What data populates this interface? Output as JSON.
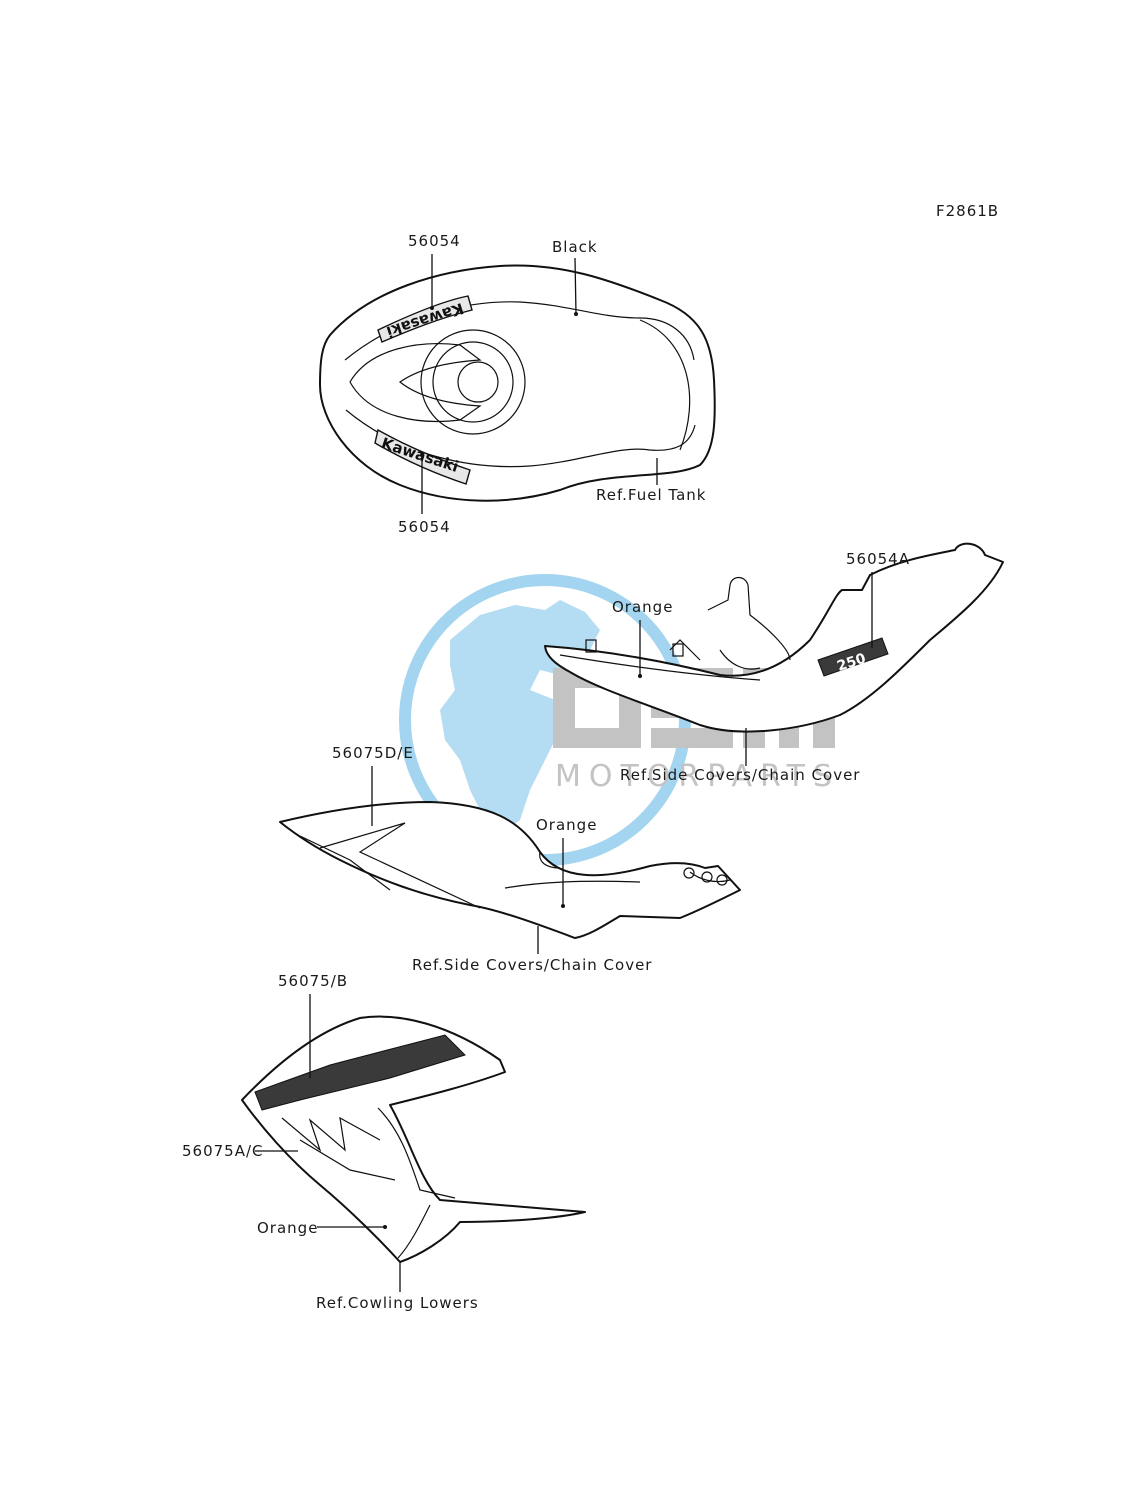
{
  "figure_id": "F2861B",
  "watermark": {
    "brand": "OSM",
    "sub": "MOTORPARTS",
    "globe_color": "#3ba5de",
    "logo_gray": "#b9b9b9"
  },
  "callouts": {
    "tank_upper_part": "56054",
    "tank_color": "Black",
    "tank_lower_part": "56054",
    "tank_ref": "Ref.Fuel Tank",
    "side_cover_right_part": "56054A",
    "side_cover_right_color": "Orange",
    "side_cover_right_ref": "Ref.Side Covers/Chain Cover",
    "side_cover_left_part": "56075D/E",
    "side_cover_left_color": "Orange",
    "side_cover_left_ref": "Ref.Side Covers/Chain Cover",
    "cowling_part_upper": "56075/B",
    "cowling_part_lower": "56075A/C",
    "cowling_color": "Orange",
    "cowling_ref": "Ref.Cowling Lowers"
  },
  "decal_text": {
    "tank_logo": "Kawasaki",
    "side_badge": "250"
  }
}
